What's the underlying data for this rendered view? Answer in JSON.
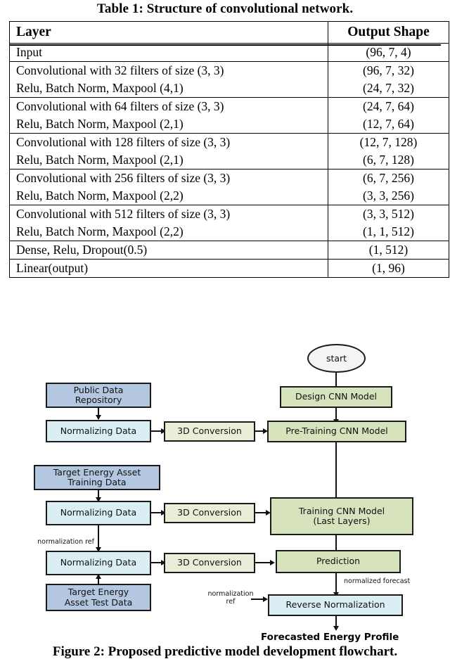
{
  "table": {
    "caption": "Table 1: Structure of convolutional network.",
    "columns": [
      "Layer",
      "Output Shape"
    ],
    "groups": [
      {
        "rows": [
          {
            "layer": "Input",
            "shape": "(96, 7, 4)"
          }
        ]
      },
      {
        "rows": [
          {
            "layer": "Convolutional with 32 filters of size (3, 3)",
            "shape": "(96, 7, 32)"
          },
          {
            "layer": "Relu, Batch Norm, Maxpool (4,1)",
            "shape": "(24, 7, 32)"
          }
        ]
      },
      {
        "rows": [
          {
            "layer": "Convolutional with 64 filters of size (3, 3)",
            "shape": "(24, 7, 64)"
          },
          {
            "layer": "Relu, Batch Norm, Maxpool (2,1)",
            "shape": "(12, 7, 64)"
          }
        ]
      },
      {
        "rows": [
          {
            "layer": "Convolutional with 128 filters of size (3, 3)",
            "shape": "(12, 7, 128)"
          },
          {
            "layer": "Relu, Batch Norm, Maxpool (2,1)",
            "shape": "(6, 7, 128)"
          }
        ]
      },
      {
        "rows": [
          {
            "layer": "Convolutional with 256 filters of size (3, 3)",
            "shape": "(6, 7, 256)"
          },
          {
            "layer": "Relu, Batch Norm, Maxpool (2,2)",
            "shape": "(3, 3, 256)"
          }
        ]
      },
      {
        "rows": [
          {
            "layer": "Convolutional with 512 filters of size (3, 3)",
            "shape": "(3, 3, 512)"
          },
          {
            "layer": "Relu, Batch Norm, Maxpool (2,2)",
            "shape": "(1, 1, 512)"
          }
        ]
      },
      {
        "rows": [
          {
            "layer": "Dense, Relu, Dropout(0.5)",
            "shape": "(1, 512)"
          }
        ]
      },
      {
        "rows": [
          {
            "layer": "Linear(output)",
            "shape": "(1, 96)"
          }
        ]
      }
    ]
  },
  "flowchart": {
    "nodes": {
      "start": "start",
      "design_cnn": "Design CNN Model",
      "pretraining_cnn": "Pre-Training CNN Model",
      "public_repo": "Public Data\nRepository",
      "norm1": "Normalizing Data",
      "conv3d_1": "3D Conversion",
      "target_train": "Target Energy Asset\nTraining Data",
      "norm2": "Normalizing Data",
      "conv3d_2": "3D Conversion",
      "training_cnn": "Training CNN Model\n(Last Layers)",
      "norm3": "Normalizing Data",
      "conv3d_3": "3D Conversion",
      "prediction": "Prediction",
      "target_test": "Target Energy\nAsset Test Data",
      "reverse_norm": "Reverse Normalization"
    },
    "edge_labels": {
      "norm_ref_1": "normalization ref",
      "normalized_forecast": "normalized forecast",
      "norm_ref_2": "normalization\nref"
    },
    "final_output": "Forecasted Energy Profile",
    "colors": {
      "source_blue": "#b4c7e0",
      "normalize_cyan": "#dbeef3",
      "conversion_beige": "#eaeed8",
      "model_green": "#d6e3bc",
      "start_white": "#f4f4f4",
      "stroke": "#1a1a1a"
    }
  },
  "figure": {
    "caption": "Figure 2: Proposed predictive model development flowchart."
  }
}
